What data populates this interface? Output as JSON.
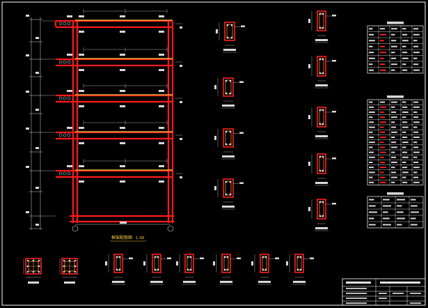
{
  "colors": {
    "background": "#000000",
    "border": "#ffffff",
    "frame_red": "#ff1a1a",
    "beam_yellow": "#ffcc44",
    "dim_white": "#d8d8d8",
    "rebar_red": "#ff2020",
    "hatch_orange": "#ff9a3a"
  },
  "elevation": {
    "caption": "框架配筋图",
    "caption_scale": "1:60"
  },
  "schedules": [
    {
      "rows": 7,
      "cols": 5
    },
    {
      "rows": 16,
      "cols": 5
    },
    {
      "rows": 4,
      "cols": 4
    }
  ]
}
